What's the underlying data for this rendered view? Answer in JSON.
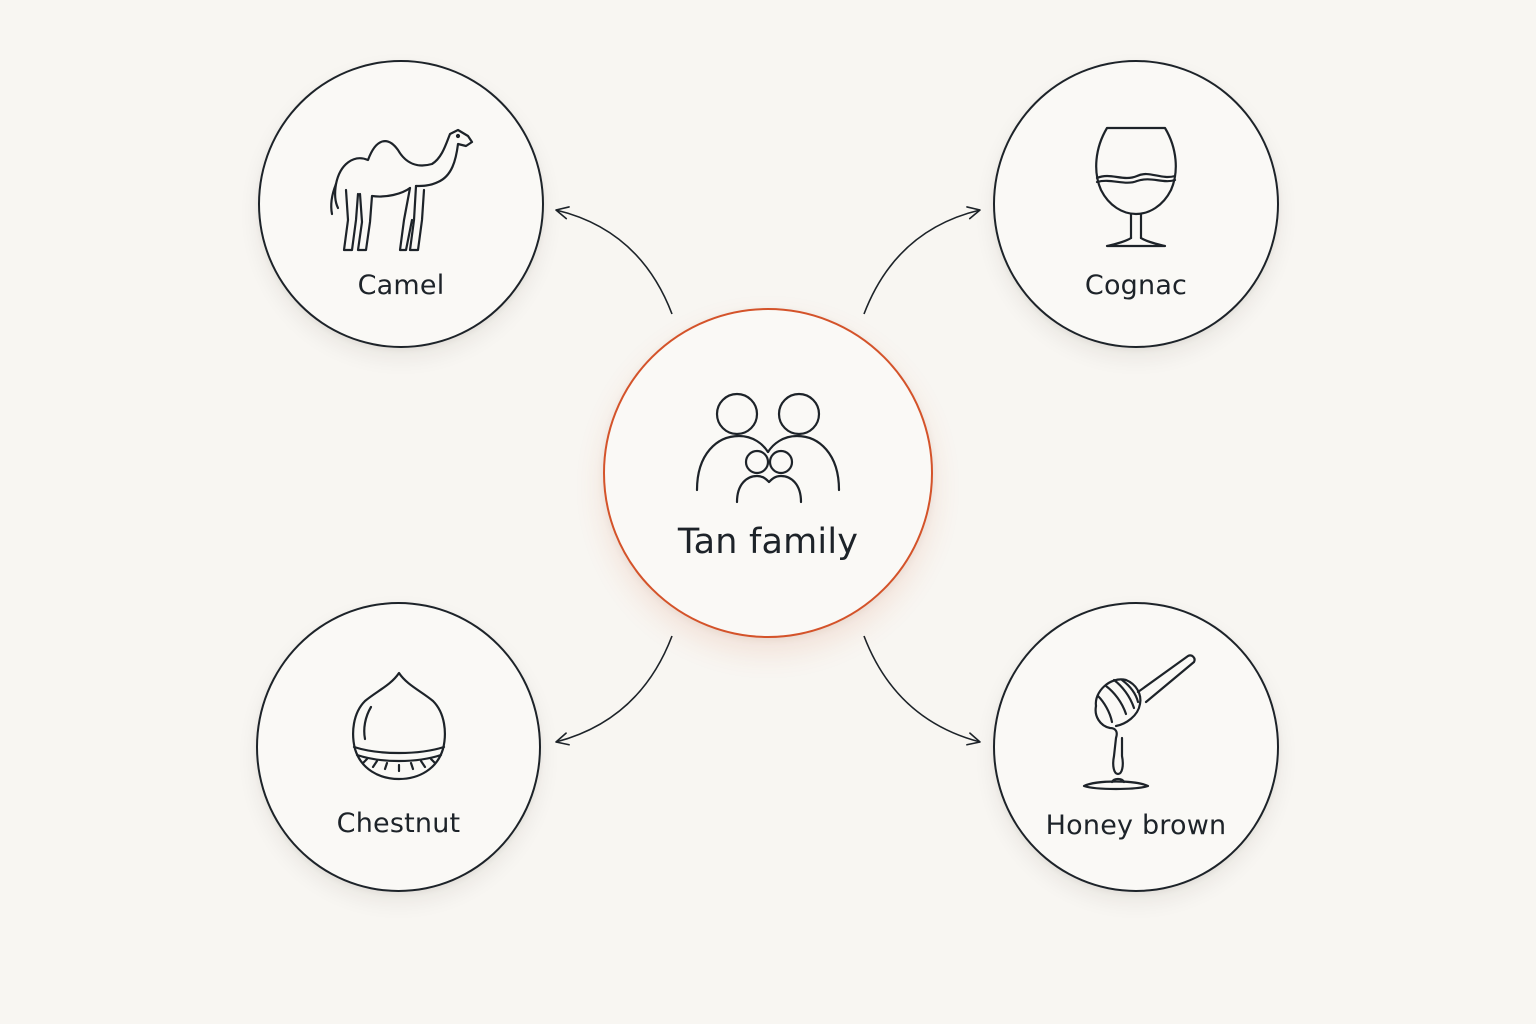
{
  "diagram": {
    "center": {
      "label": "Tan family",
      "icon": "family-icon"
    },
    "branches": [
      {
        "label": "Camel",
        "icon": "camel-icon"
      },
      {
        "label": "Cognac",
        "icon": "cognac-glass-icon"
      },
      {
        "label": "Chestnut",
        "icon": "chestnut-icon"
      },
      {
        "label": "Honey brown",
        "icon": "honey-dipper-icon"
      }
    ]
  },
  "colors": {
    "background": "#f8f6f2",
    "accent": "#d4532a",
    "ink": "#1d2329"
  }
}
